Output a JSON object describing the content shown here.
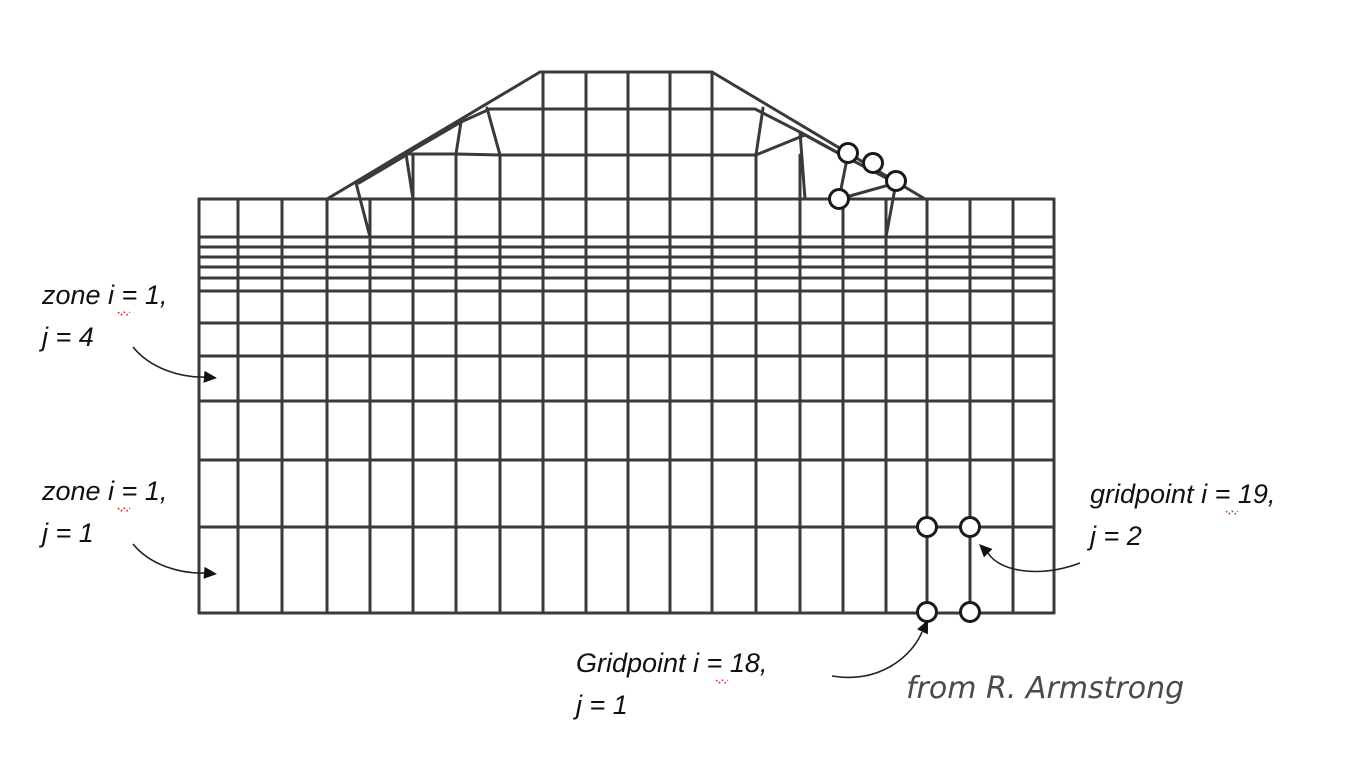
{
  "annotations": [
    {
      "id": "zone-1-4",
      "lines": [
        "zone i = 1,",
        "j = 4"
      ]
    },
    {
      "id": "zone-1-1",
      "lines": [
        "zone i = 1,",
        "j = 1"
      ]
    },
    {
      "id": "gridpoint-19-2",
      "lines": [
        "gridpoint i = 19,",
        "j = 2"
      ]
    },
    {
      "id": "gridpoint-18-1",
      "lines": [
        "Gridpoint i = 18,",
        "j = 1"
      ]
    }
  ],
  "credit": "from R. Armstrong",
  "colors": {
    "grid": "#3a3a3a",
    "text": "#111111",
    "credit": "#4a4a4a",
    "background": "#ffffff"
  }
}
